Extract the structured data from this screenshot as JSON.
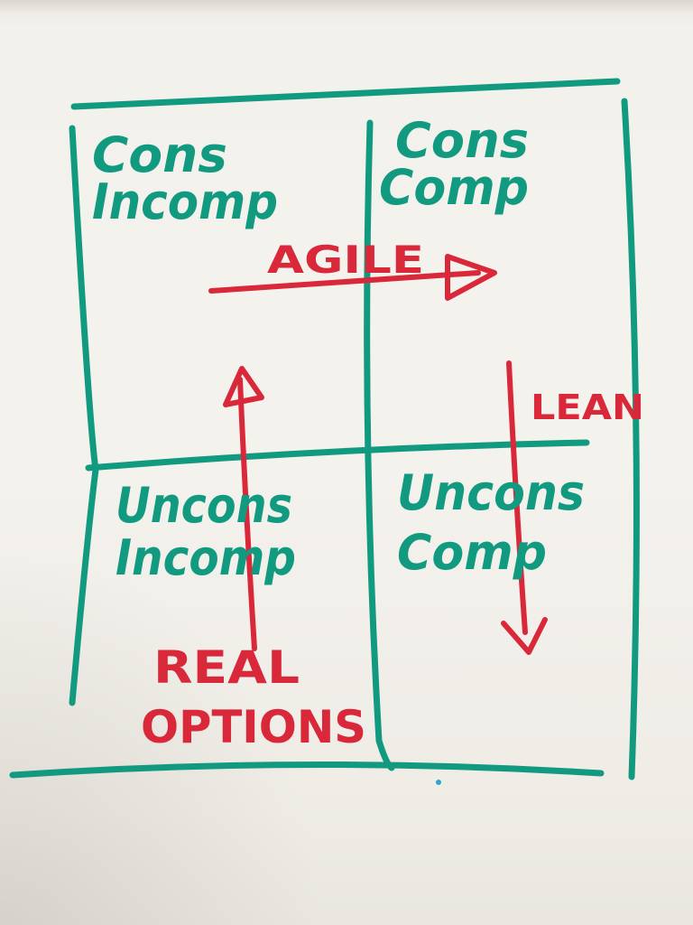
{
  "colors": {
    "paper": "#f4f2ed",
    "grid_ink": "#129a80",
    "arrow_ink": "#d9283a",
    "dot": "#2aa7c9"
  },
  "quadrants": {
    "top_left": {
      "line1": "Cons",
      "line2": "Incomp"
    },
    "top_right": {
      "line1": "Cons",
      "line2": "Comp"
    },
    "bottom_left": {
      "line1": "Uncons",
      "line2": "Incomp"
    },
    "bottom_right": {
      "line1": "Uncons",
      "line2": "Comp"
    }
  },
  "arrows": {
    "agile": {
      "label": "AGILE",
      "direction": "right"
    },
    "lean": {
      "label": "LEAN",
      "direction": "down"
    },
    "real_options": {
      "label_line1": "REAL",
      "label_line2": "OPTIONS",
      "direction": "up"
    }
  }
}
